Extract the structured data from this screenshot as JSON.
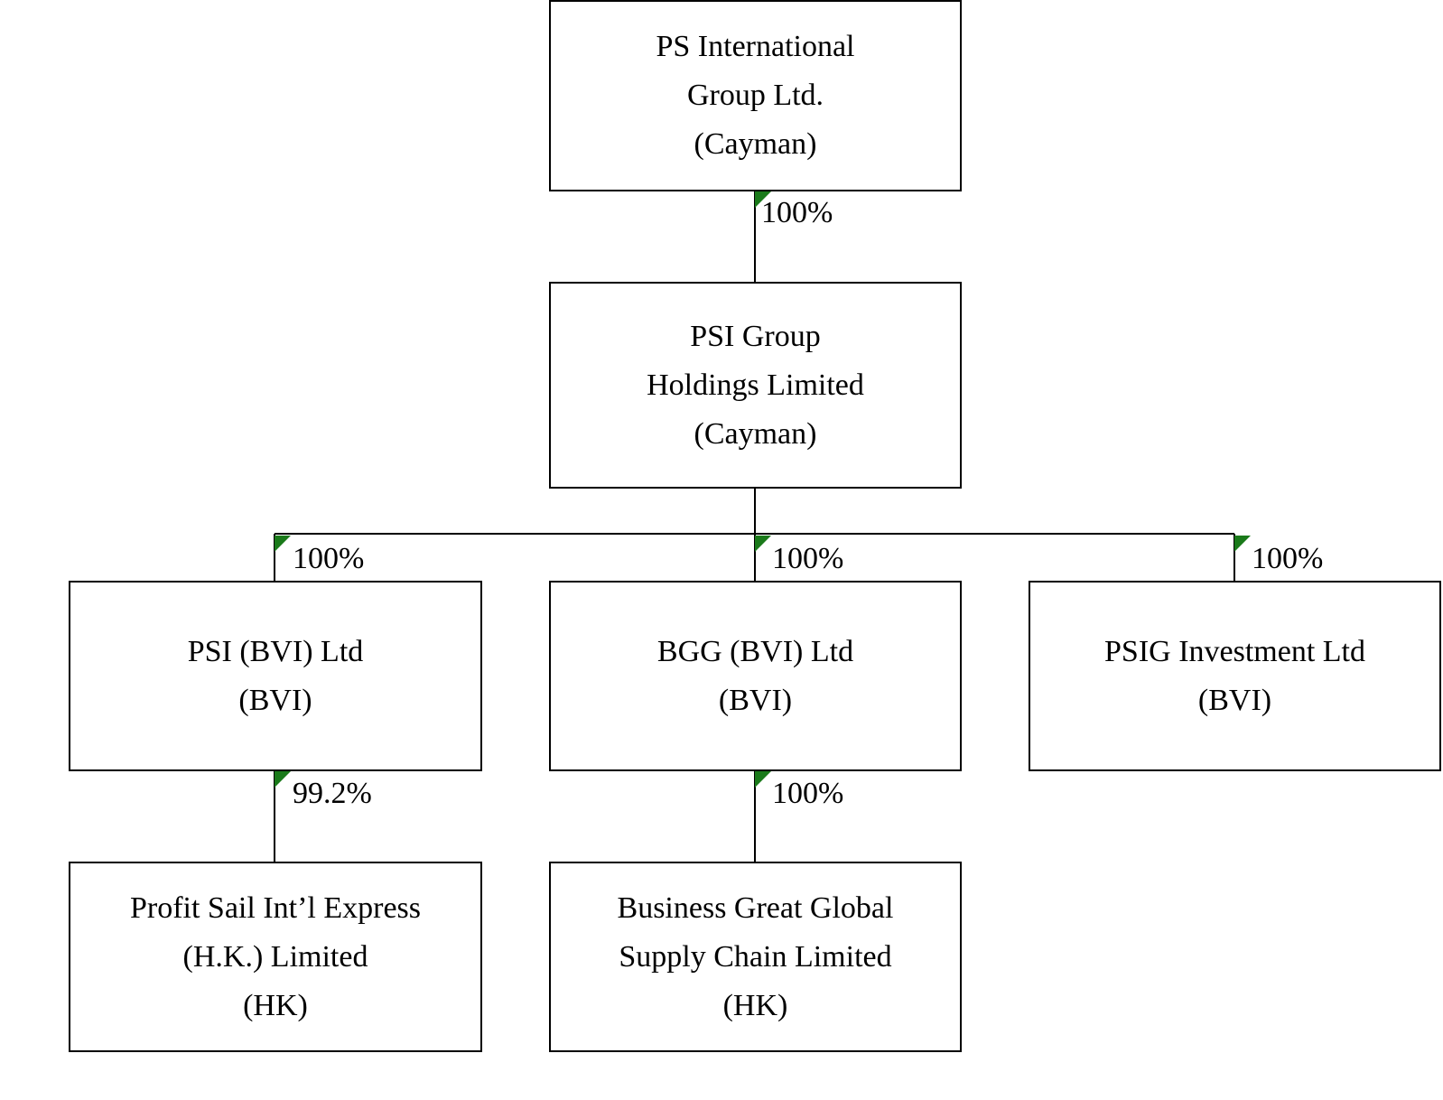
{
  "nodes": {
    "top": {
      "lines": [
        "PS International",
        "Group Ltd.",
        "(Cayman)"
      ]
    },
    "mid": {
      "lines": [
        "PSI Group",
        "Holdings Limited",
        "(Cayman)"
      ]
    },
    "psi": {
      "lines": [
        "PSI (BVI) Ltd",
        "(BVI)"
      ]
    },
    "bgg": {
      "lines": [
        "BGG (BVI) Ltd",
        "(BVI)"
      ]
    },
    "psig": {
      "lines": [
        "PSIG Investment Ltd",
        "(BVI)"
      ]
    },
    "profit": {
      "lines": [
        "Profit Sail Int’l Express",
        "(H.K.) Limited",
        "(HK)"
      ]
    },
    "bus": {
      "lines": [
        "Business Great Global",
        "Supply  Chain Limited",
        "(HK)"
      ]
    }
  },
  "ownership": {
    "top_to_mid": "100%",
    "mid_to_psi": "100%",
    "mid_to_bgg": "100%",
    "mid_to_psig": "100%",
    "psi_to_profit": "99.2%",
    "bgg_to_bus": "100%"
  },
  "colors": {
    "line": "#000000",
    "marker": "#1a7a1a",
    "box_border": "#000000",
    "background": "#ffffff"
  }
}
